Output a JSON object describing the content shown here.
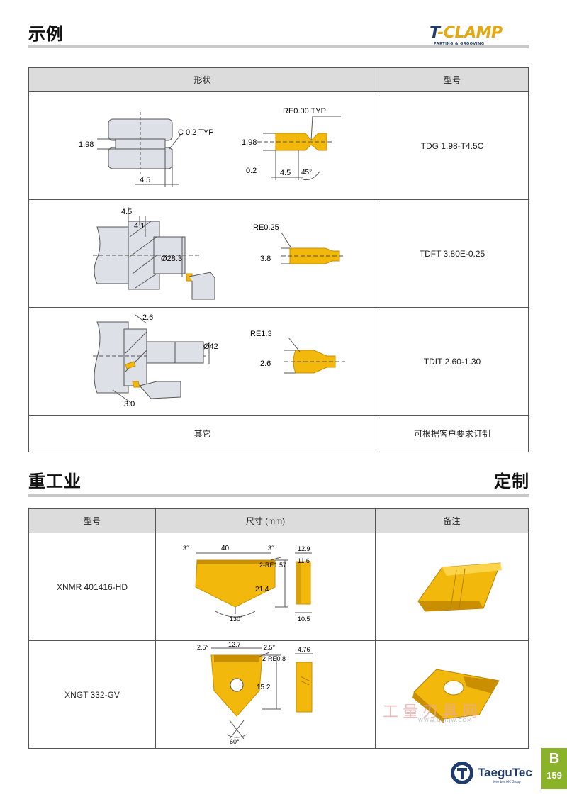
{
  "header": {
    "title": "示例",
    "logo_main_a": "T",
    "logo_main_b": "-CLAMP",
    "logo_sub": "PARTING & GROOVING"
  },
  "examples_table": {
    "headers": [
      "形状",
      "型号"
    ],
    "rows": [
      {
        "model": "TDG 1.98-T4.5C",
        "dims": {
          "d1": "1.98",
          "c": "C 0.2 TYP",
          "d2": "4.5",
          "re": "RE0.00 TYP",
          "w": "1.98",
          "r": "0.2",
          "l": "4.5",
          "ang": "45°"
        }
      },
      {
        "model": "TDFT 3.80E-0.25",
        "dims": {
          "a": "4.5",
          "b": "4.1",
          "dia": "Ø28.3",
          "re": "RE0.25",
          "w": "3.8"
        }
      },
      {
        "model": "TDIT 2.60-1.30",
        "dims": {
          "a": "2.6",
          "dia": "Ø42",
          "b": "3.0",
          "re": "RE1.3",
          "w": "2.6"
        }
      }
    ],
    "other_label": "其它",
    "other_note": "可根据客户要求订制"
  },
  "heavy": {
    "title": "重工业",
    "right_title": "定制",
    "headers": [
      "型号",
      "尺寸 (mm)",
      "备注"
    ],
    "rows": [
      {
        "model": "XNMR 401416-HD",
        "dims": {
          "a1": "3°",
          "w": "40",
          "a2": "3°",
          "re": "2-RE1.57",
          "h": "21.4",
          "ang": "130°",
          "t1": "12.9",
          "t2": "11.6",
          "t3": "10.5"
        }
      },
      {
        "model": "XNGT 332-GV",
        "dims": {
          "a1": "2.5°",
          "w": "12.7",
          "a2": "2.5°",
          "re": "2-RE0.8",
          "h": "15.2",
          "ang": "60°",
          "t1": "4.76"
        }
      }
    ]
  },
  "watermark": {
    "text": "工量刃具网",
    "url": "WWW.GLRJW.COM"
  },
  "footer": {
    "tab_letter": "B",
    "page": "159",
    "brand": "TaeguTec",
    "brand_sub": "Member IMC Group"
  },
  "colors": {
    "insert": "#f2b90c",
    "insert_dark": "#c98f00",
    "part": "#dde0e6",
    "rule": "#c8c8c8",
    "tab": "#8bb32a",
    "navy": "#1f3b6e"
  }
}
